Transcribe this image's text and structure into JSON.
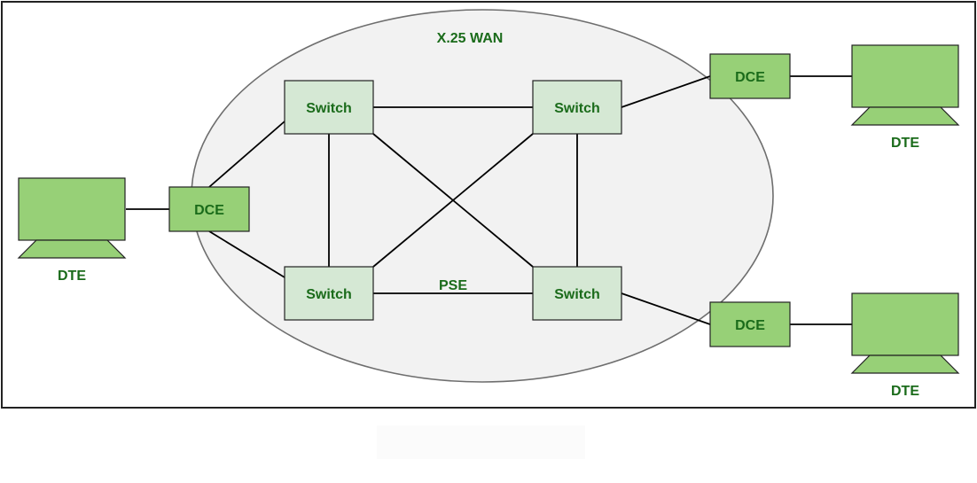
{
  "wan_title": "X.25 WAN",
  "pse_label": "PSE",
  "switch_label": "Switch",
  "dce_label": "DCE",
  "dte_label": "DTE",
  "colors": {
    "switch_fill": "#d5e8d4",
    "device_fill": "#97d077",
    "label_text": "#1a6b1a",
    "wan_fill": "#f2f2f2",
    "wan_stroke": "#6e6e6e",
    "line": "#000000"
  }
}
